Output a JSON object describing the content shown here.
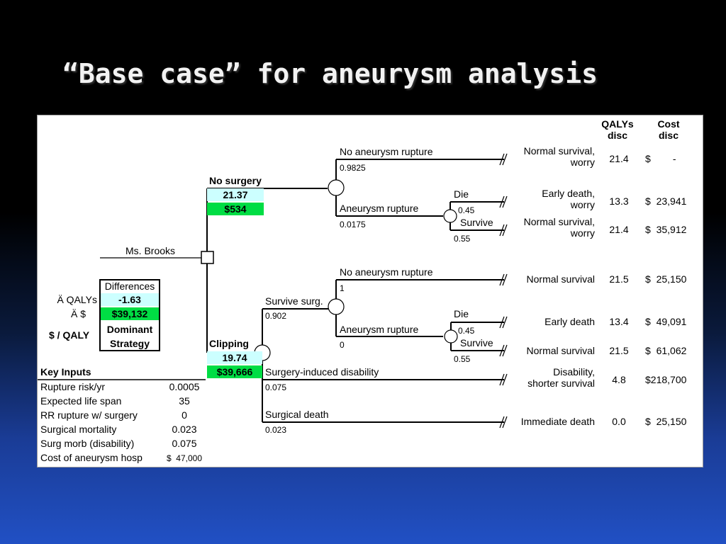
{
  "slide": {
    "title": "“Base case” for aneurysm analysis"
  },
  "columns": {
    "qalys_l1": "QALYs",
    "qalys_l2": "disc",
    "cost_l1": "Cost",
    "cost_l2": "disc"
  },
  "tree": {
    "root_label": "Ms. Brooks",
    "no_surgery": {
      "label": "No surgery",
      "qalys": "21.37",
      "cost": "$534",
      "no_rupture": {
        "label": "No aneurysm rupture",
        "prob": "0.9825"
      },
      "rupture": {
        "label": "Aneurysm rupture",
        "prob": "0.0175",
        "die": {
          "label": "Die",
          "prob": "0.45"
        },
        "survive": {
          "label": "Survive",
          "prob": "0.55"
        }
      }
    },
    "clipping": {
      "label": "Clipping",
      "qalys": "19.74",
      "cost": "$39,666",
      "survive_surg": {
        "label": "Survive surg.",
        "prob": "0.902",
        "no_rupture": {
          "label": "No aneurysm rupture",
          "prob": "1"
        },
        "rupture": {
          "label": "Aneurysm rupture",
          "prob": "0",
          "die": {
            "label": "Die",
            "prob": "0.45"
          },
          "survive": {
            "label": "Survive",
            "prob": "0.55"
          }
        }
      },
      "disability": {
        "label": "Surgery-induced disability",
        "prob": "0.075"
      },
      "death": {
        "label": "Surgical death",
        "prob": "0.023"
      }
    }
  },
  "outcomes": [
    {
      "l1": "Normal survival,",
      "l2": "worry",
      "qalys": "21.4",
      "cost": "$        -"
    },
    {
      "l1": "Early death,",
      "l2": "worry",
      "qalys": "13.3",
      "cost": "$  23,941"
    },
    {
      "l1": "Normal survival,",
      "l2": "worry",
      "qalys": "21.4",
      "cost": "$  35,912"
    },
    {
      "l1": "Normal survival",
      "l2": "",
      "qalys": "21.5",
      "cost": "$  25,150"
    },
    {
      "l1": "Early death",
      "l2": "",
      "qalys": "13.4",
      "cost": "$  49,091"
    },
    {
      "l1": "Normal survival",
      "l2": "",
      "qalys": "21.5",
      "cost": "$  61,062"
    },
    {
      "l1": "Disability,",
      "l2": "shorter survival",
      "qalys": "4.8",
      "cost": "$218,700"
    },
    {
      "l1": "Immediate death",
      "l2": "",
      "qalys": "0.0",
      "cost": "$  25,150"
    }
  ],
  "differences": {
    "header": "Differences",
    "qalys_label": "Ä QALYs",
    "qalys_value": "-1.63",
    "cost_label": "Ä $",
    "cost_value": "$39,132",
    "ratio_label": "$ / QALY",
    "ratio_l1": "Dominant",
    "ratio_l2": "Strategy"
  },
  "key_inputs": {
    "title": "Key Inputs",
    "rows": [
      {
        "label": "Rupture risk/yr",
        "value": "0.0005"
      },
      {
        "label": "Expected life span",
        "value": "35"
      },
      {
        "label": "RR rupture w/ surgery",
        "value": "0"
      },
      {
        "label": "Surgical mortality",
        "value": "0.023"
      },
      {
        "label": "Surg morb (disability)",
        "value": "0.075"
      },
      {
        "label": "Cost of aneurysm hosp",
        "value": "$  47,000"
      }
    ]
  }
}
